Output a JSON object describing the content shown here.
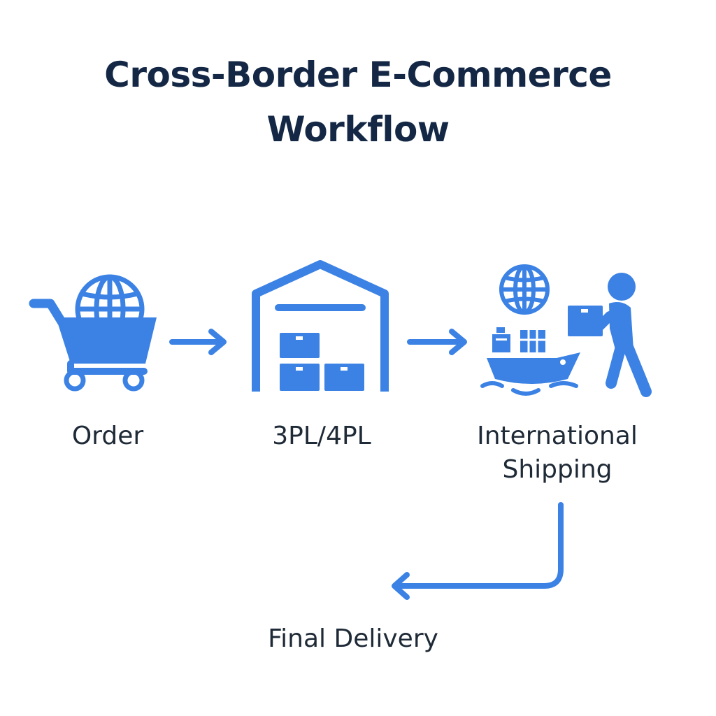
{
  "title": {
    "line1": "Cross-Border E-Commerce",
    "line2": "Workflow"
  },
  "accent_color": "#3B82E4",
  "text_color": "#142846",
  "steps": [
    {
      "label": "Order",
      "icon": "shopping-cart-globe-icon"
    },
    {
      "label": "3PL/4PL",
      "icon": "warehouse-boxes-icon"
    },
    {
      "label_line1": "International",
      "label_line2": "Shipping",
      "icon": "ship-globe-courier-icon"
    },
    {
      "label": "Final Delivery"
    }
  ],
  "arrows": [
    {
      "from": "Order",
      "to": "3PL/4PL",
      "icon": "arrow-right-icon"
    },
    {
      "from": "3PL/4PL",
      "to": "International Shipping",
      "icon": "arrow-right-icon"
    },
    {
      "from": "International Shipping",
      "to": "Final Delivery",
      "icon": "curved-arrow-left-icon"
    }
  ]
}
